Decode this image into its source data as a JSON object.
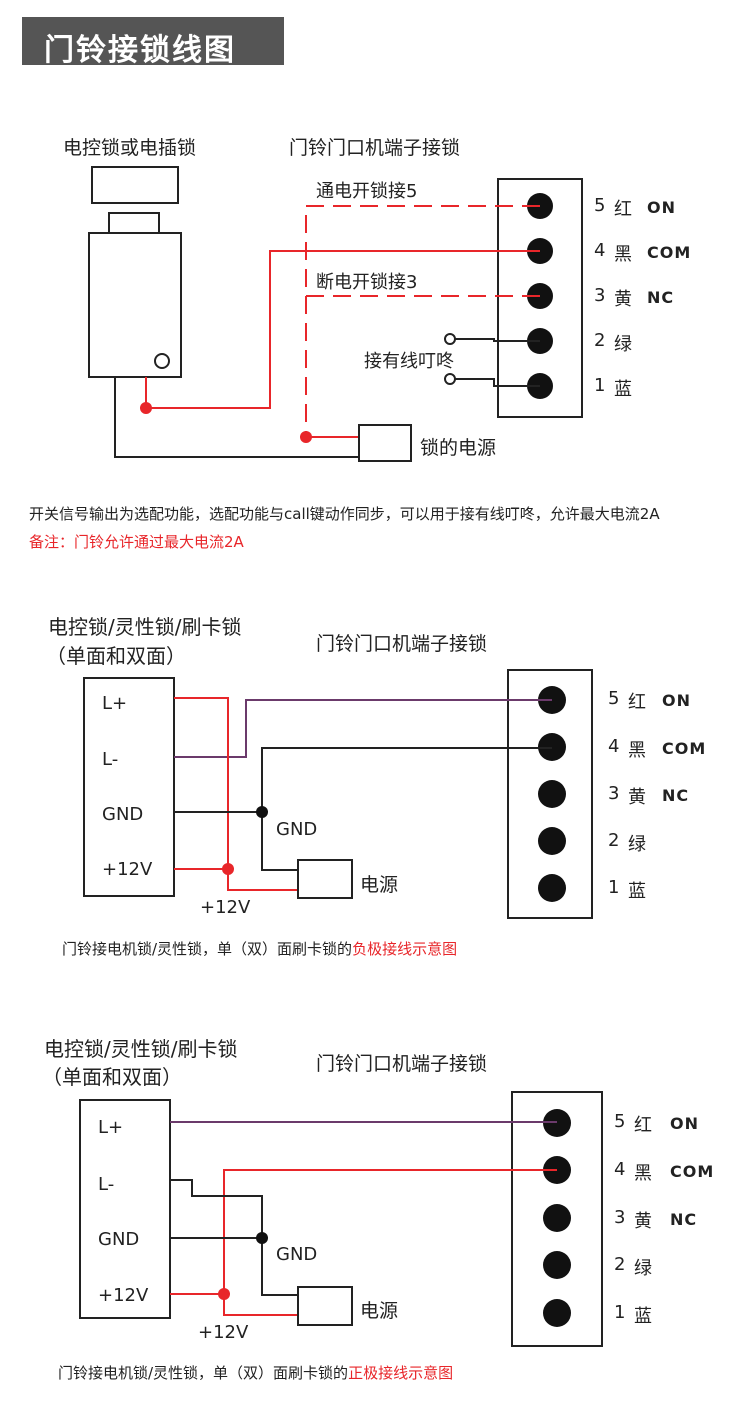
{
  "page_title": "门铃接锁线图",
  "colors": {
    "red_wire": "#e8262a",
    "purple_wire": "#6b3a6b",
    "black_wire": "#111111",
    "title_bg": "#555555"
  },
  "terminal_block": [
    {
      "num": "5",
      "color": "红",
      "label": "ON"
    },
    {
      "num": "4",
      "color": "黑",
      "label": "COM"
    },
    {
      "num": "3",
      "color": "黄",
      "label": "NC"
    },
    {
      "num": "2",
      "color": "绿",
      "label": ""
    },
    {
      "num": "1",
      "color": "蓝",
      "label": ""
    }
  ],
  "diagram1": {
    "lock_title": "电控锁或电插锁",
    "terminal_title": "门铃门口机端子接锁",
    "wire_label_5": "通电开锁接5",
    "wire_label_3": "断电开锁接3",
    "chime_label": "接有线叮咚",
    "power_label": "锁的电源",
    "note_black": "开关信号输出为选配功能，选配功能与call键动作同步，可以用于接有线叮咚，允许最大电流2A",
    "note_red": "备注：门铃允许通过最大电流2A"
  },
  "diagram2": {
    "lock_title_1": "电控锁/灵性锁/刷卡锁",
    "lock_title_2": "（单面和双面）",
    "terminal_title": "门铃门口机端子接锁",
    "pins": [
      "L+",
      "L-",
      "GND",
      "+12V"
    ],
    "gnd_label": "GND",
    "v12_label": "+12V",
    "power_label": "电源",
    "caption_black": "门铃接电机锁/灵性锁，单（双）面刷卡锁的",
    "caption_red": "负极接线示意图"
  },
  "diagram3": {
    "lock_title_1": "电控锁/灵性锁/刷卡锁",
    "lock_title_2": "（单面和双面）",
    "terminal_title": "门铃门口机端子接锁",
    "pins": [
      "L+",
      "L-",
      "GND",
      "+12V"
    ],
    "gnd_label": "GND",
    "v12_label": "+12V",
    "power_label": "电源",
    "caption_black": "门铃接电机锁/灵性锁，单（双）面刷卡锁的",
    "caption_red": "正极接线示意图"
  }
}
